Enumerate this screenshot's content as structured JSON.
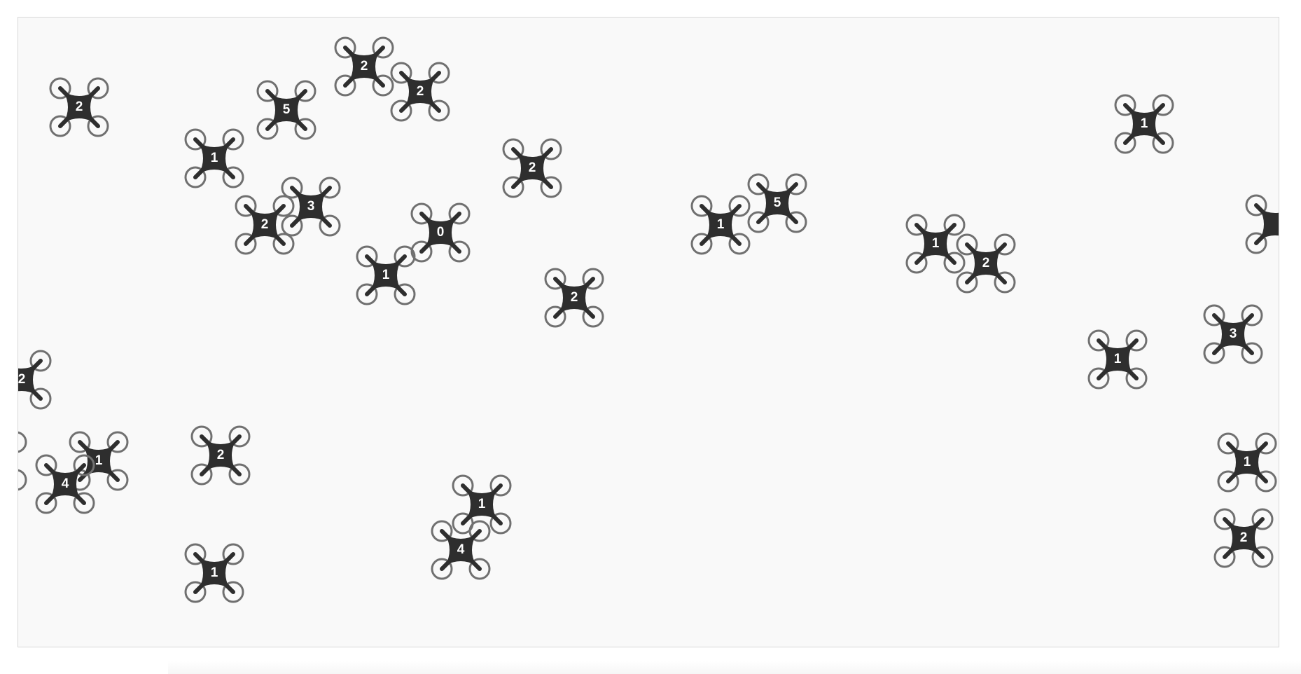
{
  "map": {
    "name": "drone-map",
    "colors": {
      "background": "#f9f9f9",
      "border": "#d8d8d8",
      "drone_body": "#2e2e2e",
      "rotor_ring": "#707070",
      "count_text": "#ffffff"
    },
    "drone_icon": "quadcopter-icon"
  },
  "drones": [
    {
      "count": "2"
    },
    {
      "count": "5"
    },
    {
      "count": "2"
    },
    {
      "count": "2"
    },
    {
      "count": "1"
    },
    {
      "count": "2"
    },
    {
      "count": "3"
    },
    {
      "count": "0"
    },
    {
      "count": "1"
    },
    {
      "count": "2"
    },
    {
      "count": "2"
    },
    {
      "count": "1"
    },
    {
      "count": "5"
    },
    {
      "count": "1"
    },
    {
      "count": "2"
    },
    {
      "count": "1"
    },
    {
      "count": "1"
    },
    {
      "count": "3"
    },
    {
      "count": "2"
    },
    {
      "count": "1"
    },
    {
      "count": "4"
    },
    {
      "count": "2"
    },
    {
      "count": "1"
    },
    {
      "count": "4"
    },
    {
      "count": "1"
    },
    {
      "count": "1"
    },
    {
      "count": "2"
    },
    {
      "count": ""
    },
    {
      "count": ""
    }
  ]
}
